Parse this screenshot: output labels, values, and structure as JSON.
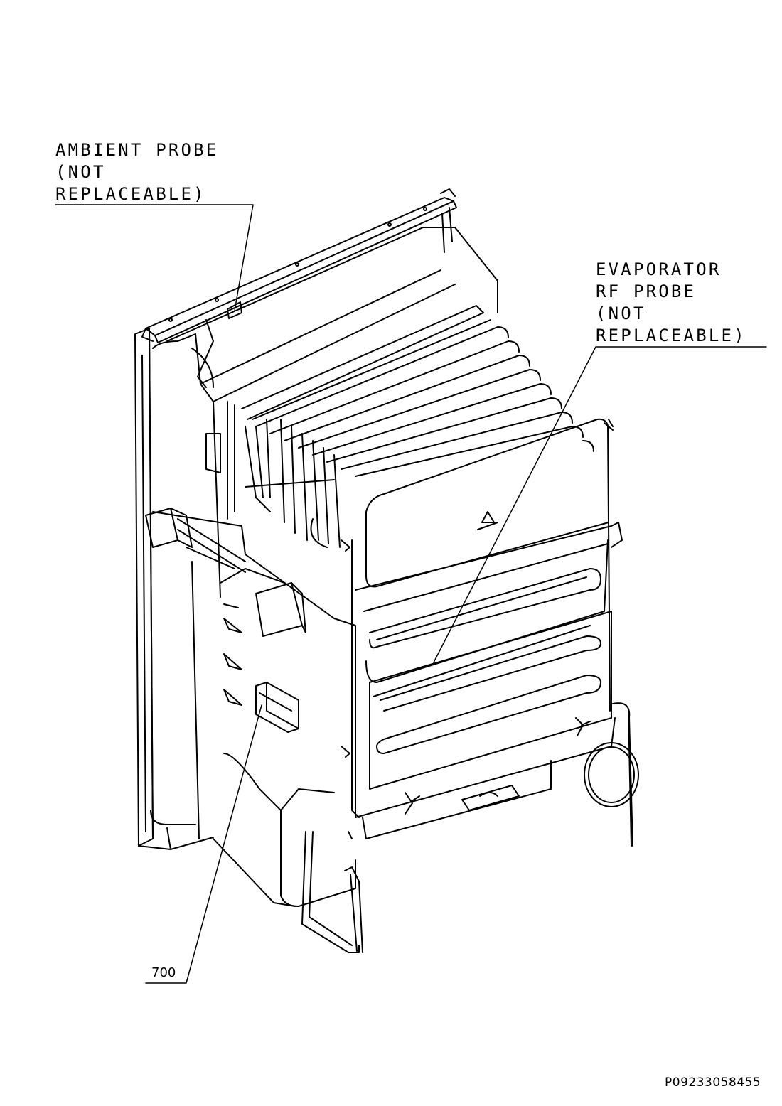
{
  "callouts": {
    "ambient": [
      "AMBIENT PROBE",
      "(NOT",
      "REPLACEABLE)"
    ],
    "evaporator": [
      "EVAPORATOR",
      "RF PROBE",
      "(NOT",
      "REPLACEABLE)"
    ],
    "part_number": "700"
  },
  "drawing_code": "P09233058455"
}
